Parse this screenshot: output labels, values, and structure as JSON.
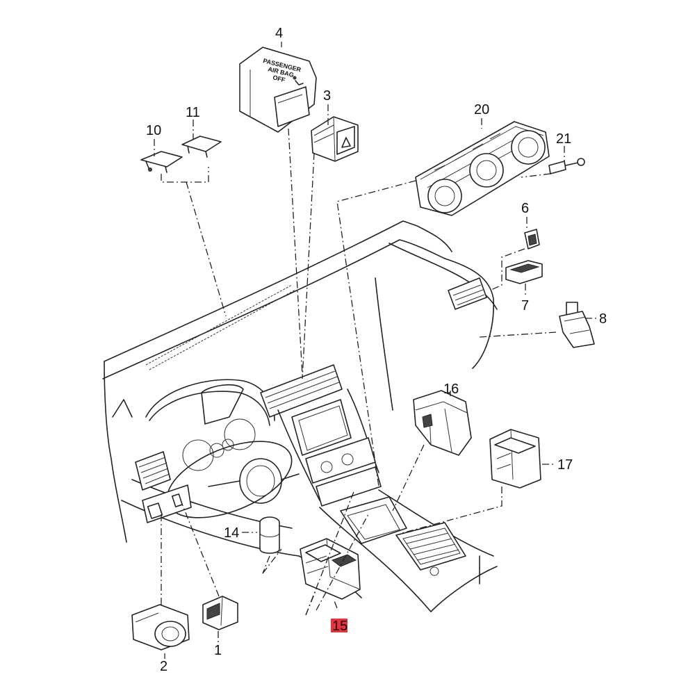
{
  "diagram": {
    "colors": {
      "line": "#222222",
      "highlight": "#e8323c",
      "background": "#ffffff"
    },
    "highlighted_part": "15",
    "callouts": [
      {
        "id": "c1",
        "label": "1"
      },
      {
        "id": "c2",
        "label": "2"
      },
      {
        "id": "c3",
        "label": "3"
      },
      {
        "id": "c4",
        "label": "4"
      },
      {
        "id": "c6",
        "label": "6"
      },
      {
        "id": "c7",
        "label": "7"
      },
      {
        "id": "c8",
        "label": "8"
      },
      {
        "id": "c10",
        "label": "10"
      },
      {
        "id": "c11",
        "label": "11"
      },
      {
        "id": "c14",
        "label": "14"
      },
      {
        "id": "c15",
        "label": "15"
      },
      {
        "id": "c16",
        "label": "16"
      },
      {
        "id": "c17",
        "label": "17"
      },
      {
        "id": "c20",
        "label": "20"
      },
      {
        "id": "c21",
        "label": "21"
      }
    ],
    "airbag_plate": [
      "PASSENGER",
      "AIR BAG",
      "OFF"
    ]
  }
}
